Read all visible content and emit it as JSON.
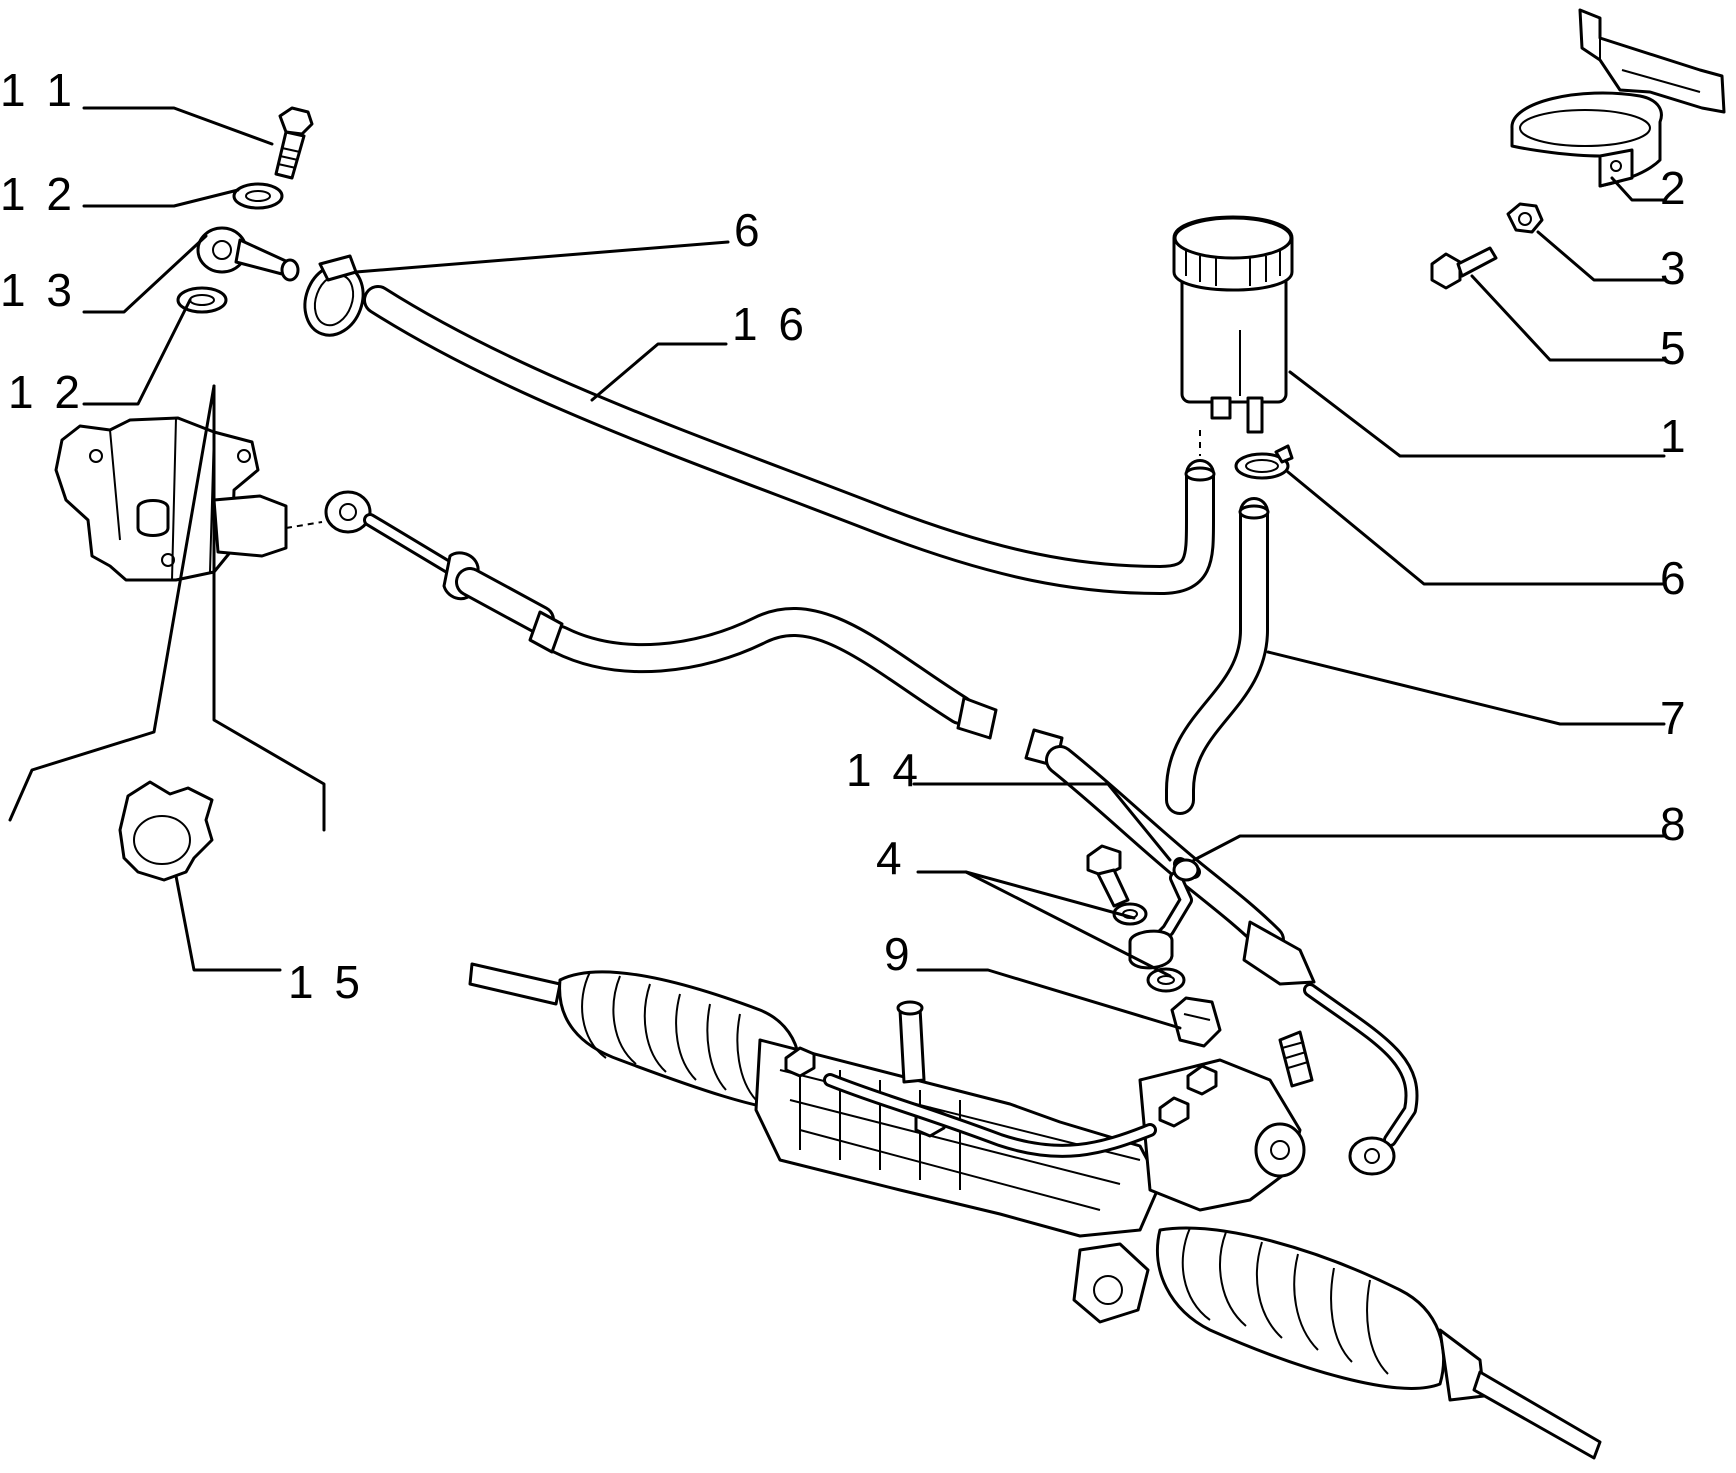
{
  "diagram": {
    "callouts": {
      "c11": "1 1",
      "c12a": "1 2",
      "c13": "1 3",
      "c12b": "1 2",
      "c6a": "6",
      "c16": "1 6",
      "c2": "2",
      "c3": "3",
      "c5": "5",
      "c1": "1",
      "c6b": "6",
      "c7": "7",
      "c14": "1 4",
      "c8": "8",
      "c4": "4",
      "c9": "9",
      "c15": "1 5"
    }
  }
}
